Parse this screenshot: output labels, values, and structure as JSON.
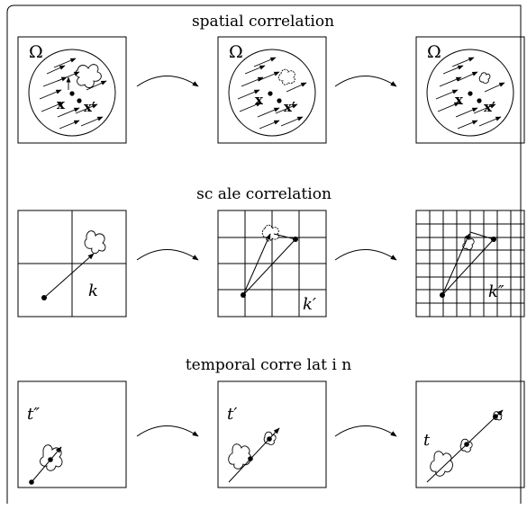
{
  "rows": [
    {
      "id": "spatial",
      "title": "spatial correlation",
      "panels": [
        {
          "label": "Ω",
          "points": [
            "x",
            "x′"
          ]
        },
        {
          "label": "Ω",
          "points": [
            "x",
            "x′"
          ]
        },
        {
          "label": "Ω",
          "points": [
            "x",
            "x′"
          ]
        }
      ]
    },
    {
      "id": "scale",
      "title": "sc ale correlation",
      "panels": [
        {
          "label": "k"
        },
        {
          "label": "k′"
        },
        {
          "label": "k″"
        }
      ]
    },
    {
      "id": "temporal",
      "title": "temporal corre lat i n",
      "panels": [
        {
          "label": "t″"
        },
        {
          "label": "t′"
        },
        {
          "label": "t"
        }
      ]
    }
  ]
}
